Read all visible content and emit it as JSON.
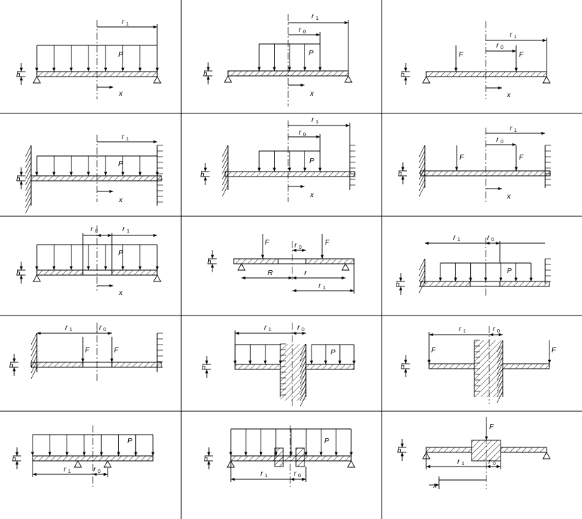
{
  "labels": {
    "h": "h",
    "r1": "r",
    "r1_sub": "1",
    "r0": "r",
    "r0_sub": "0",
    "r": "r",
    "R": "R",
    "x": "x",
    "P": "P",
    "F": "F"
  },
  "grid": {
    "rows": 5,
    "columns": 3,
    "cells": 15
  }
}
